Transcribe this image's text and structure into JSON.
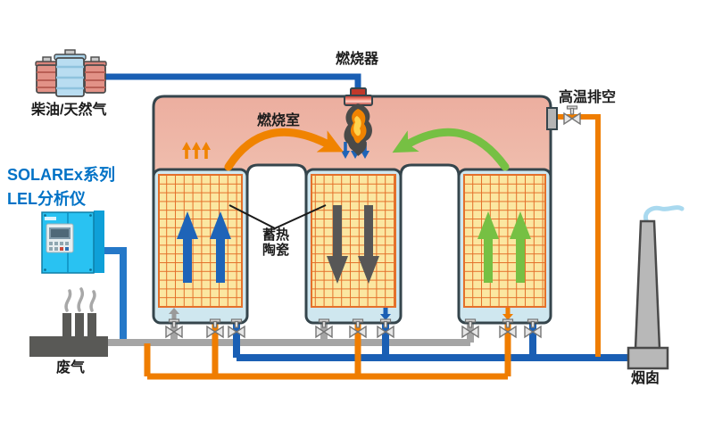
{
  "diagram": {
    "title_context": "RTO regenerative thermal oxidizer process diagram",
    "labels": {
      "burner": "燃烧器",
      "combustion_chamber": "燃烧室",
      "high_temp_vent": "高温排空",
      "fuel": "柴油/天然气",
      "analyzer_line1": "SOLAREx系列",
      "analyzer_line2": "LEL分析仪",
      "ceramic_line1": "蓄热",
      "ceramic_line2": "陶瓷",
      "waste_gas": "废气",
      "chimney": "烟囱"
    },
    "colors": {
      "pipe_blue": "#1a5fb4",
      "analyzer_pipe_blue": "#2578c8",
      "pipe_orange": "#ef7d00",
      "pipe_gray": "#a5a5a5",
      "arrow_blue": "#1e64b8",
      "arrow_gray": "#575756",
      "arrow_green": "#76c043",
      "small_arrow_orange": "#f08300",
      "curved_orange": "#f08300",
      "curved_green": "#76c043",
      "text_blue": "#0072c6",
      "chamber_top": "#ecae9f",
      "chamber_bottom": "#f7dcca",
      "tower_trim": "#cfe7ef",
      "grid_cell": "#fbe7a1",
      "grid_line": "#e4702a",
      "dark_outline": "#35454c",
      "cabinet_cyan": "#29c2f2",
      "cabinet_side": "#0fa0d8",
      "equipment_gray": "#595956",
      "chimney_gray": "#b8b8b8",
      "smoke_blue": "#a9d9ef",
      "flame_dark": "#4a4a48",
      "flame_orange": "#f08300",
      "flame_yellow": "#ffd34d"
    },
    "icons": {
      "fuel-barrels-icon": "three fuel drums",
      "analyzer-cabinet-icon": "LEL analyzer control cabinet",
      "factory-icon": "factory with smoke stacks",
      "chimney-icon": "exhaust stack with smoke",
      "burner-flame-icon": "downward burner flame",
      "valve-icon": "pipeline valve (bowtie with stem)"
    }
  }
}
